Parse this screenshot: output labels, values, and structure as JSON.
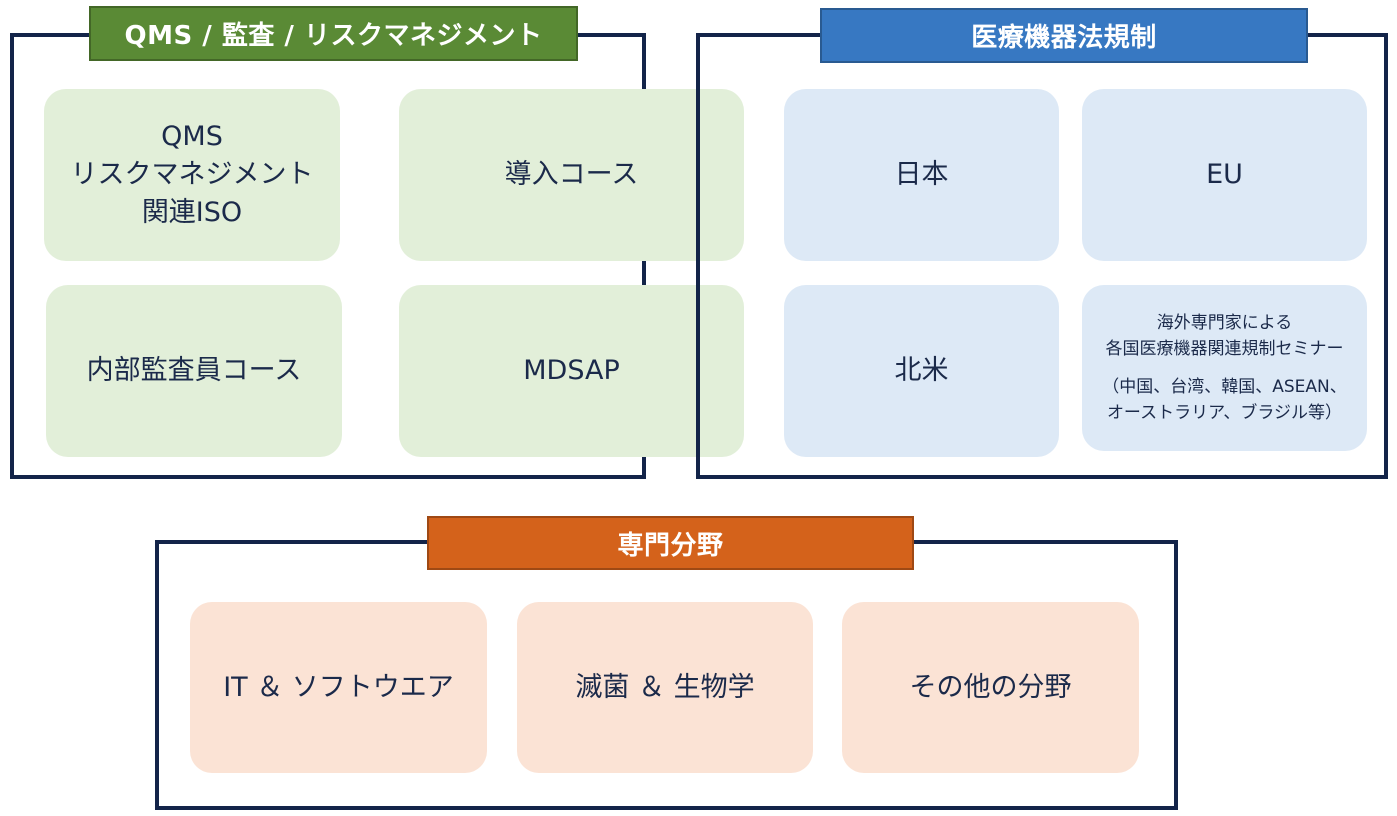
{
  "sections": {
    "qms": {
      "title": "QMS / 監査 / リスクマネジメント",
      "color": "#5a8a35",
      "cards": [
        {
          "lines": [
            "QMS",
            "リスクマネジメント",
            "関連ISO"
          ]
        },
        {
          "lines": [
            "導入コース"
          ]
        },
        {
          "lines": [
            "内部監査員コース"
          ]
        },
        {
          "lines": [
            "MDSAP"
          ]
        }
      ]
    },
    "regulation": {
      "title": "医療機器法規制",
      "color": "#3778c2",
      "cards": [
        {
          "lines": [
            "日本"
          ]
        },
        {
          "lines": [
            "EU"
          ]
        },
        {
          "lines": [
            "北米"
          ]
        },
        {
          "lines": [
            "海外専門家による",
            "各国医療機器関連規制セミナー",
            "（中国、台湾、韓国、ASEAN、",
            "オーストラリア、ブラジル等）"
          ]
        }
      ]
    },
    "specialty": {
      "title": "専門分野",
      "color": "#d4621b",
      "cards": [
        {
          "lines": [
            "IT ＆ ソフトウエア"
          ]
        },
        {
          "lines": [
            "滅菌 ＆ 生物学"
          ]
        },
        {
          "lines": [
            "その他の分野"
          ]
        }
      ]
    }
  },
  "colors": {
    "frame": "#132449",
    "card_green": "#e2efd9",
    "card_blue": "#dde9f6",
    "card_peach": "#fbe3d5",
    "text": "#1b2a4a"
  }
}
